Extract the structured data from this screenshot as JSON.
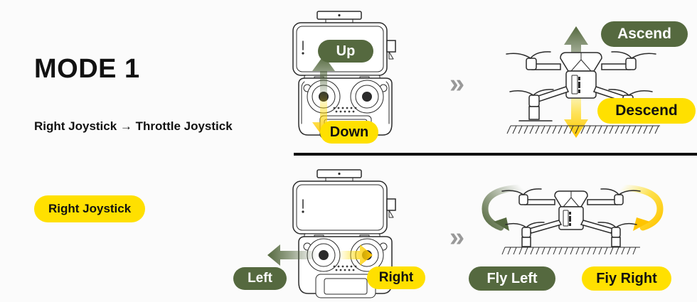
{
  "page": {
    "background": "#fbfbfb",
    "accent_green": "#55693f",
    "accent_yellow": "#ffe000",
    "line_color": "#2b2b2b"
  },
  "left_panel": {
    "mode_title": "MODE 1",
    "mode_subtitle": "Right Joystick → Throttle Joystick",
    "joystick_badge": "Right Joystick"
  },
  "rows": [
    {
      "id": "throttle-row",
      "controller": {
        "name": "remote-controller",
        "stick_labels": {
          "up": "Up",
          "down": "Down"
        },
        "up_color": "#55693f",
        "down_color": "#ffe000"
      },
      "separator_icon": "double-chevron-right-icon",
      "drone": {
        "name": "drone-front-view",
        "labels": {
          "up": "Ascend",
          "down": "Descend"
        },
        "up_color": "#55693f",
        "down_color": "#ffe000"
      }
    },
    {
      "id": "roll-row",
      "controller": {
        "name": "remote-controller",
        "stick_labels": {
          "left": "Left",
          "right": "Right"
        },
        "left_color": "#55693f",
        "right_color": "#ffe000"
      },
      "separator_icon": "double-chevron-right-icon",
      "drone": {
        "name": "drone-front-view",
        "labels": {
          "left": "Fly Left",
          "right": "Fiy Right"
        },
        "left_color": "#55693f",
        "right_color": "#ffe000"
      }
    }
  ]
}
